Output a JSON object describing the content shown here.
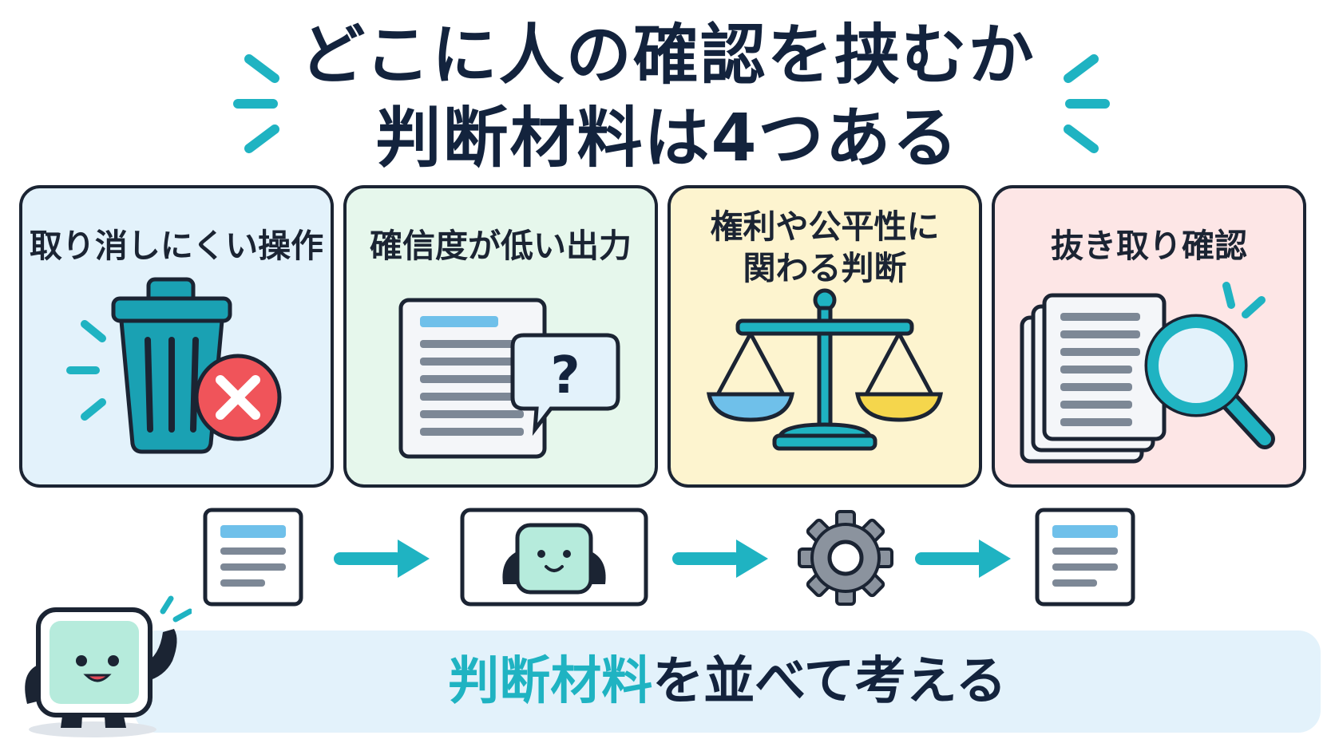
{
  "title": {
    "line1": "どこに人の確認を挟むか",
    "line2": "判断材料は4つある"
  },
  "cards": [
    {
      "label": "取り消しにくい操作",
      "bg": "#e3f2fb",
      "icon": "trash-can-with-x-icon"
    },
    {
      "label": "確信度が低い出力",
      "bg": "#e6f7ec",
      "icon": "document-with-question-icon"
    },
    {
      "label_line1": "権利や公平性に",
      "label_line2": "関わる判断",
      "bg": "#fdf4cf",
      "icon": "balance-scale-icon"
    },
    {
      "label": "抜き取り確認",
      "bg": "#fde6e6",
      "icon": "documents-with-magnifier-icon"
    }
  ],
  "flow": {
    "steps": [
      "document-icon",
      "robot-icon",
      "gear-icon",
      "document-icon"
    ],
    "arrow_icon": "right-arrow-icon"
  },
  "banner": {
    "highlight": "判断材料",
    "rest": "を並べて考える"
  },
  "mascot_icon": "mascot-pointing-icon",
  "colors": {
    "accent": "#1fb3c2",
    "teal_dark": "#1aa1b3",
    "navy": "#13233d",
    "red": "#f0545a",
    "doc_line": "#7d8896",
    "doc_header": "#6fc0ea"
  }
}
